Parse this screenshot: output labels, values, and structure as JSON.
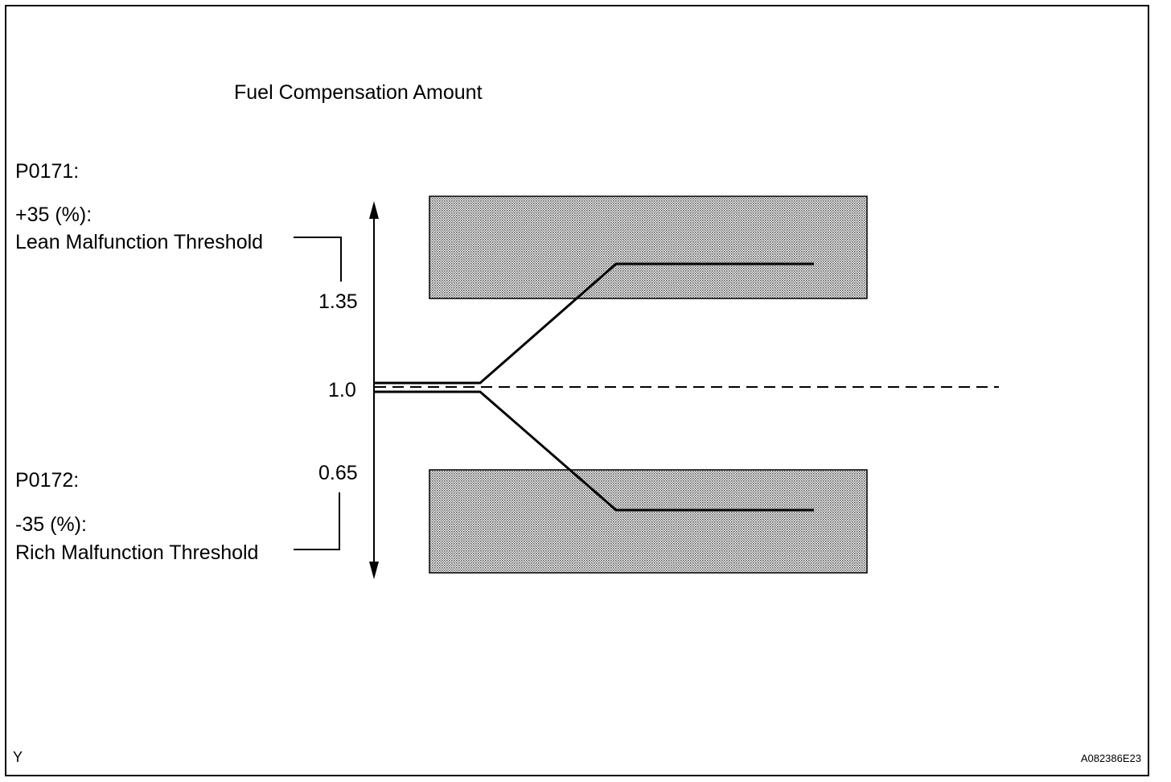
{
  "title": "Fuel Compensation Amount",
  "lean": {
    "code": "P0171:",
    "percent": "+35 (%):",
    "threshold_label": "Lean Malfunction Threshold"
  },
  "rich": {
    "code": "P0172:",
    "percent": "-35 (%):",
    "threshold_label": "Rich Malfunction Threshold"
  },
  "axis": {
    "upper_tick": "1.35",
    "center_tick": "1.0",
    "lower_tick": "0.65"
  },
  "footer": {
    "left_mark": "Y",
    "figure_id": "A082386E23"
  },
  "colors": {
    "line": "#000000",
    "zone_fill": "#d9d9d9"
  }
}
